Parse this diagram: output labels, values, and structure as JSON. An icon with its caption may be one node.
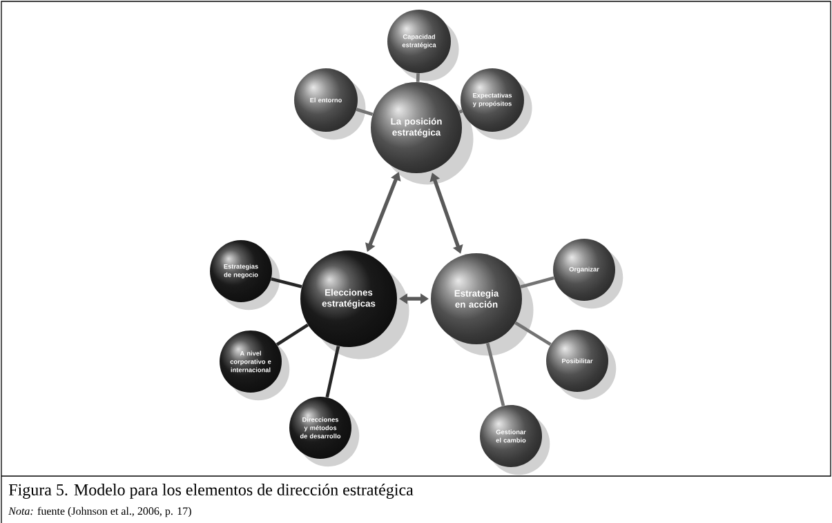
{
  "diagram": {
    "caption": "Figura 5. Modelo para los elementos de dirección estratégica",
    "nodes": [
      {
        "text": [
          "La posición estratégica"
        ]
      },
      {
        "text": [
          "El entorno"
        ]
      },
      {
        "text": [
          "Capacidad estratégica"
        ]
      },
      {
        "text": [
          "Expectativas y propósitos"
        ]
      },
      {
        "text": [
          "Elecciones estratégicas"
        ]
      },
      {
        "text": [
          "Estrategia en acción"
        ]
      },
      {
        "text": [
          "Estrategias de negocio"
        ]
      },
      {
        "text": [
          "A nivel corporativo e internacional"
        ]
      },
      {
        "text": [
          "Direcciones y métodos de desarrollo"
        ]
      },
      {
        "text": [
          "Organizar"
        ]
      },
      {
        "text": [
          "Posibilitar"
        ]
      },
      {
        "text": [
          "Gestionar el cambio"
        ]
      }
    ],
    "edges": [
      {
        "from": 0,
        "to": 1,
        "arrow": "none"
      },
      {
        "from": 0,
        "to": 2,
        "arrow": "none"
      },
      {
        "from": 0,
        "to": 3,
        "arrow": "none"
      },
      {
        "from": 0,
        "to": 4,
        "arrow": "both"
      },
      {
        "from": 0,
        "to": 5,
        "arrow": "both"
      },
      {
        "from": 4,
        "to": 5,
        "arrow": "both"
      },
      {
        "from": 4,
        "to": 6,
        "arrow": "none"
      },
      {
        "from": 4,
        "to": 7,
        "arrow": "none"
      },
      {
        "from": 4,
        "to": 8,
        "arrow": "none"
      },
      {
        "from": 5,
        "to": 9,
        "arrow": "none"
      },
      {
        "from": 5,
        "to": 10,
        "arrow": "none"
      },
      {
        "from": 5,
        "to": 11,
        "arrow": "none"
      }
    ],
    "labels": [
      "*Nota:* fuente (Johnson et al., 2006, p. 17)"
    ]
  }
}
